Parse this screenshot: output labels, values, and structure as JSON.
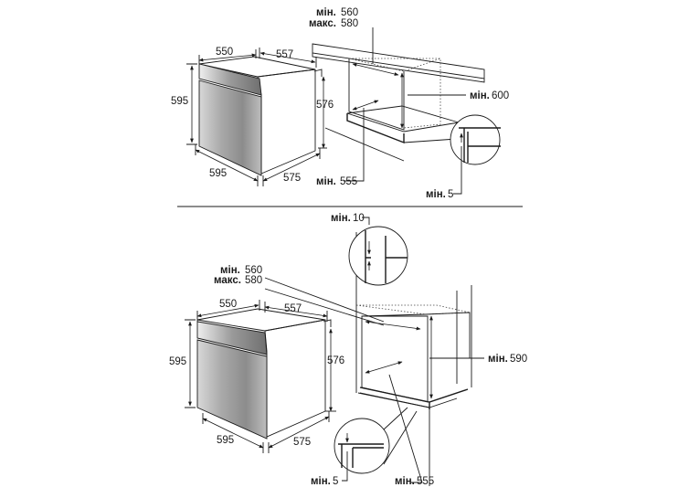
{
  "top": {
    "oven": {
      "width": "550",
      "depth": "557",
      "height": "595",
      "right_height": "576",
      "front_width": "595",
      "side_depth": "575"
    },
    "cabinet": {
      "min_prefix": "мін.",
      "min_value": "560",
      "max_prefix": "макс.",
      "max_value": "580",
      "height_prefix": "мін.",
      "height_value": "600",
      "depth_prefix": "мін.",
      "depth_value": "555",
      "gap_prefix": "мін.",
      "gap_value": "5"
    }
  },
  "bottom": {
    "oven": {
      "width": "550",
      "depth": "557",
      "height": "595",
      "right_height": "576",
      "front_width": "595",
      "side_depth": "575"
    },
    "cabinet": {
      "top_gap_prefix": "мін.",
      "top_gap_value": "10",
      "min_prefix": "мін.",
      "min_value": "560",
      "max_prefix": "макс.",
      "max_value": "580",
      "height_prefix": "мін.",
      "height_value": "590",
      "gap_prefix": "мін.",
      "gap_value": "5",
      "depth_prefix": "мін.",
      "depth_value": "555"
    }
  }
}
